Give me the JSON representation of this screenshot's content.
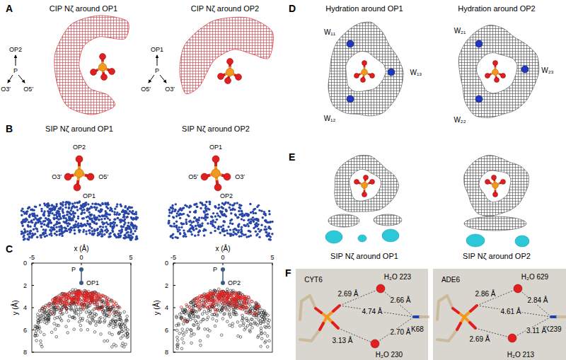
{
  "diagram": {
    "labels": [
      "A",
      "CIP Nζ around OP1",
      "CIP Nζ around OP2",
      "OP2",
      "P",
      "O3′",
      "O5′",
      "OP1",
      "P",
      "O5′",
      "O3′",
      "B",
      "SIP Nζ around OP1",
      "SIP Nζ around OP2",
      "OP2",
      "O3′",
      "O5′",
      "OP1",
      "OP1",
      "O5′",
      "O3′",
      "OP2",
      "C",
      "x (Å)",
      "-5",
      "0",
      "5",
      "y (Å)",
      "0",
      "2",
      "4",
      "6",
      "8",
      "P",
      "OP1",
      "x (Å)",
      "-5",
      "0",
      "5",
      "y (Å)",
      "0",
      "2",
      "4",
      "6",
      "8",
      "P",
      "OP2",
      "D",
      "Hydration around OP1",
      "Hydration around OP2",
      "W₁₁",
      "W₁₃",
      "W₁₂",
      "W₂₁",
      "W₂₃",
      "W₂₂",
      "E",
      "SIP Nζ around OP1",
      "SIP Nζ around OP2",
      "F",
      "CYT6",
      "H₂O 223",
      "2.69 Å",
      "2.66 Å",
      "4.74 Å",
      "K68",
      "3.13 Å",
      "2.70 Å",
      "H₂O 230",
      "ADE6",
      "H₂O 629",
      "2.86 Å",
      "2.84 Å",
      "4.61 Å",
      "K239",
      "2.69 Å",
      "3.11 Å",
      "H₂O 213"
    ]
  }
}
